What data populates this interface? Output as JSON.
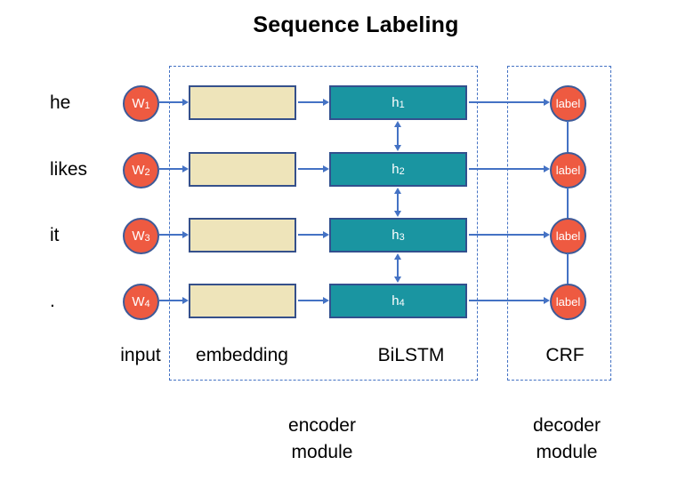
{
  "title": "Sequence Labeling",
  "rows": [
    {
      "word": "he",
      "input_base": "W",
      "input_sub": "1",
      "hidden_base": "h",
      "hidden_sub": "1",
      "output": "label"
    },
    {
      "word": "likes",
      "input_base": "W",
      "input_sub": "2",
      "hidden_base": "h",
      "hidden_sub": "2",
      "output": "label"
    },
    {
      "word": "it",
      "input_base": "W",
      "input_sub": "3",
      "hidden_base": "h",
      "hidden_sub": "3",
      "output": "label"
    },
    {
      "word": ".",
      "input_base": "W",
      "input_sub": "4",
      "hidden_base": "h",
      "hidden_sub": "4",
      "output": "label"
    }
  ],
  "column_labels": {
    "input": "input",
    "embedding": "embedding",
    "bilstm": "BiLSTM",
    "crf": "CRF"
  },
  "module_labels": {
    "encoder_line1": "encoder",
    "encoder_line2": "module",
    "decoder_line1": "decoder",
    "decoder_line2": "module"
  },
  "colors": {
    "arrow_blue": "#4472C4",
    "node_red": "#EE5A41",
    "node_border_navy": "#3D5A98",
    "hidden_teal": "#1A95A1",
    "embedding_cream": "#EEE4BA",
    "box_border_navy": "#35508B",
    "title_text": "#000000"
  }
}
